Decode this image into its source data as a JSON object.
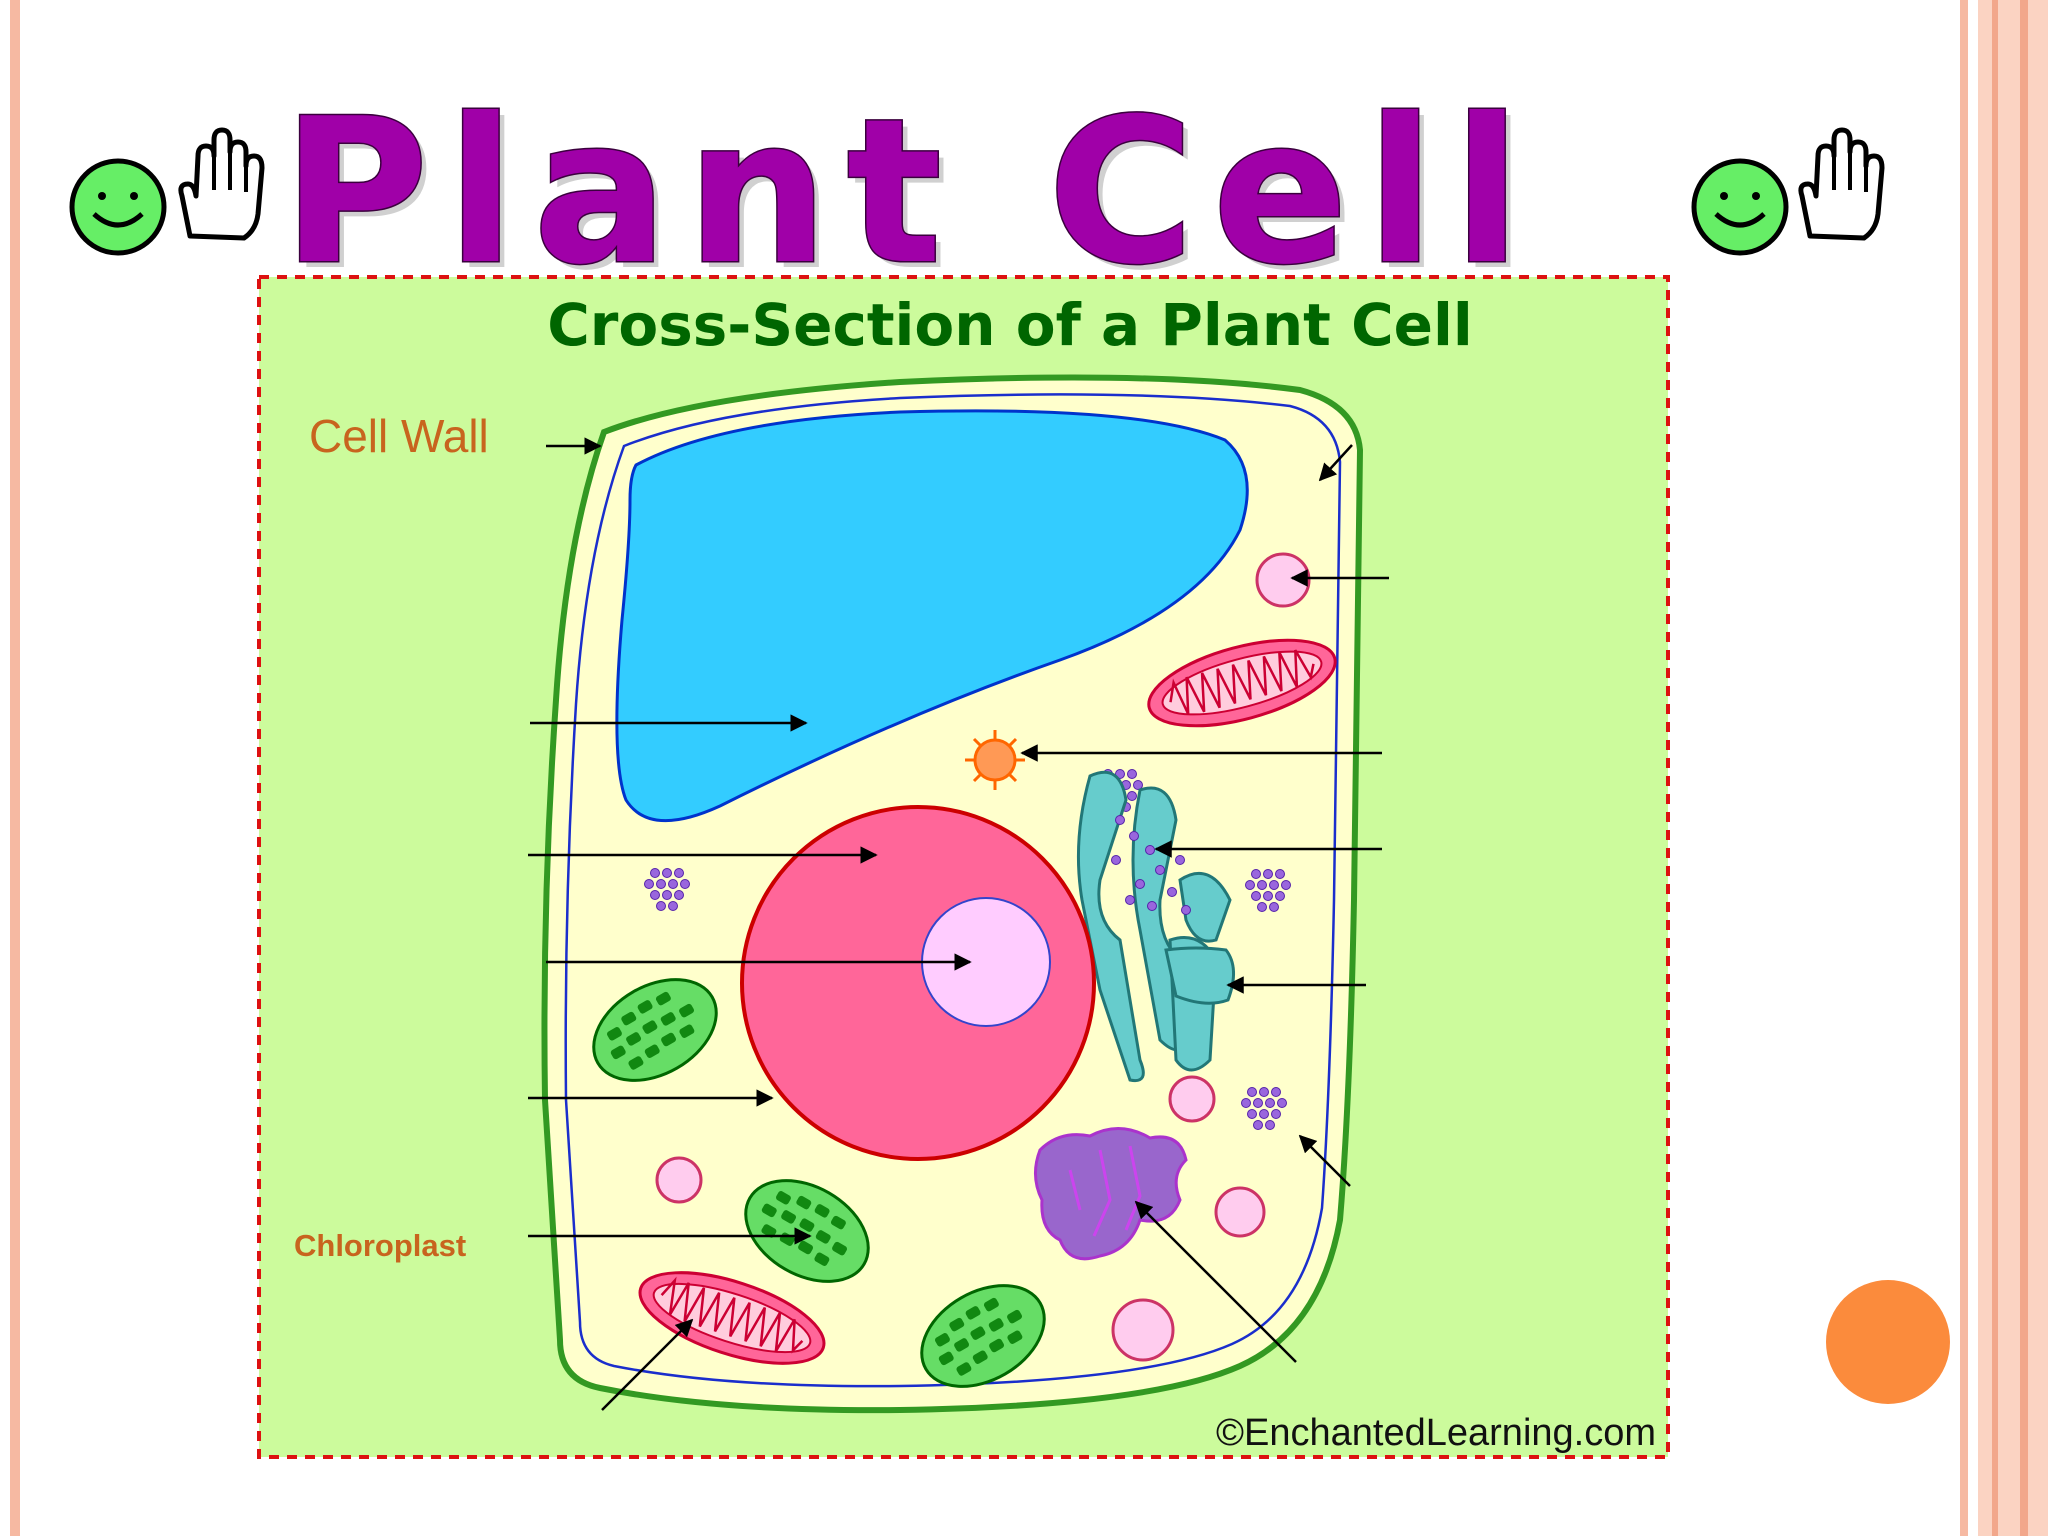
{
  "slide": {
    "title": "Plant Cell"
  },
  "diagram": {
    "heading": "Cross-Section of a Plant Cell",
    "labels": {
      "cell_wall": "Cell Wall",
      "chloroplast": "Chloroplast"
    },
    "credit": "©EnchantedLearning.com"
  },
  "icons": [
    "smiley-icon",
    "hand-icon",
    "smiley-icon",
    "hand-icon"
  ],
  "colors": {
    "title": "#a000a8",
    "background_panel": "#ccfb9c",
    "cytoplasm": "#ffffcc",
    "vacuole": "#33ccff",
    "nucleus": "#ff6699",
    "nucleolus": "#ffccff",
    "chloroplast": "#66dd66",
    "heading": "#006600",
    "label": "#c8641e",
    "accent_dot": "#fb8b3c",
    "frame": "#f6b9a2"
  }
}
